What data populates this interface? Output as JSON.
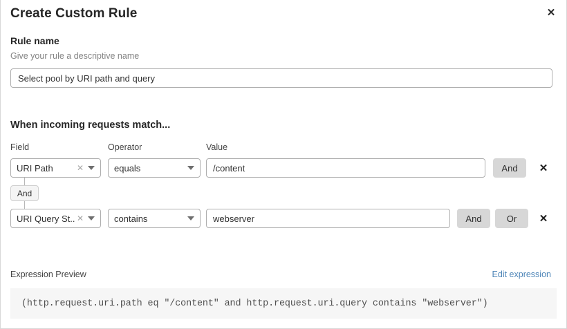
{
  "dialog": {
    "title": "Create Custom Rule",
    "close_icon": "close-icon"
  },
  "rule_name": {
    "label": "Rule name",
    "help": "Give your rule a descriptive name",
    "value": "Select pool by URI path and query",
    "placeholder": "Select pool by URI path and query"
  },
  "match_section": {
    "heading": "When incoming requests match...",
    "columns": {
      "field": "Field",
      "operator": "Operator",
      "value": "Value"
    },
    "group_logic_badge": "And",
    "rows": [
      {
        "field": "URI Path",
        "operator": "equals",
        "value": "/content",
        "clear_icon": "clear-x-icon",
        "caret_icon": "chevron-down-icon",
        "buttons": [
          "And"
        ],
        "delete_icon": "delete-x-icon"
      },
      {
        "field": "URI Query St...",
        "operator": "contains",
        "value": "webserver",
        "clear_icon": "clear-x-icon",
        "caret_icon": "chevron-down-icon",
        "buttons": [
          "And",
          "Or"
        ],
        "delete_icon": "delete-x-icon"
      }
    ]
  },
  "expression_preview": {
    "label": "Expression Preview",
    "edit_link": "Edit expression",
    "expression": "(http.request.uri.path eq \"/content\" and http.request.uri.query contains \"webserver\")"
  },
  "colors": {
    "link": "#4f86b8",
    "logic_button_bg": "#d7d7d7",
    "preview_bg": "#f6f6f6",
    "border": "#aeaeae"
  }
}
